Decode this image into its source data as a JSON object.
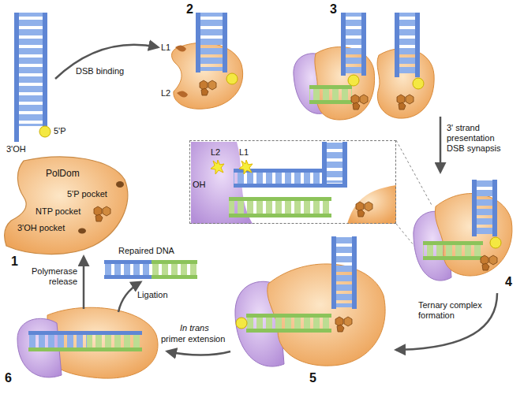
{
  "diagram": {
    "nodes": [
      {
        "text": [
          "PolDom",
          "5'P pocket",
          "NTP pocket",
          "3'OH pocket"
        ]
      },
      {
        "text": [
          "L2",
          "L1",
          "OH"
        ]
      }
    ],
    "labels": [
      "5'P",
      "3'OH",
      "DSB binding",
      "1",
      "L1",
      "L2",
      "2",
      "3",
      "3' strand presentation DSB synapsis",
      "4",
      "Ternary complex formation",
      "5",
      "In trans",
      "primer extension",
      "6",
      "Ligation",
      "Repaired DNA",
      "Polymerase release"
    ]
  }
}
